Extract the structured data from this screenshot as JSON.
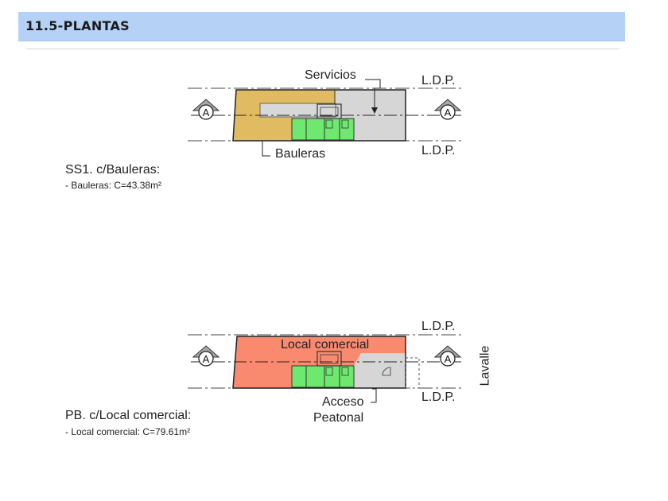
{
  "header": {
    "title": "11.5-PLANTAS"
  },
  "sections": [
    {
      "level_title": "SS1. c/Bauleras:",
      "area_note": "- Bauleras: C=43.38m²",
      "labels": {
        "servicios": "Servicios",
        "bauleras": "Bauleras",
        "ldp_top": "L.D.P.",
        "ldp_bottom": "L.D.P."
      }
    },
    {
      "level_title": "PB. c/Local comercial:",
      "area_note": "- Local comercial: C=79.61m²",
      "labels": {
        "local": "Local comercial",
        "acceso": "Acceso",
        "peatonal": "Peatonal",
        "ldp_top": "L.D.P.",
        "ldp_bottom": "L.D.P.",
        "street": "Lavalle"
      }
    }
  ],
  "section_marker": "A",
  "colors": {
    "bauleras": "#e0bb62",
    "servicios": "#d6d6d6",
    "local": "#f98a70",
    "stair": "#6ee86e",
    "header": "#b5d1f5"
  }
}
